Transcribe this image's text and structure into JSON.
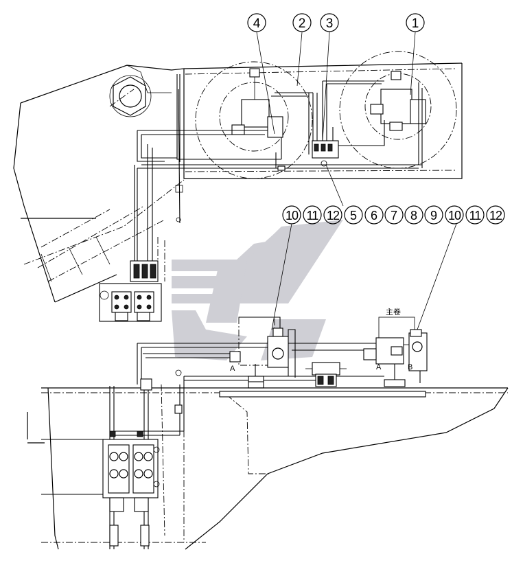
{
  "callouts_top": [
    "4",
    "2",
    "3",
    "1"
  ],
  "callouts_middle": [
    "10",
    "11",
    "12",
    "5",
    "6",
    "7",
    "8",
    "9",
    "10",
    "11",
    "12"
  ],
  "winch_label": "主卷",
  "port_labels": {
    "left_a": "A",
    "right_a": "A",
    "right_b": "B"
  },
  "watermark_color": "#bfbfc7"
}
